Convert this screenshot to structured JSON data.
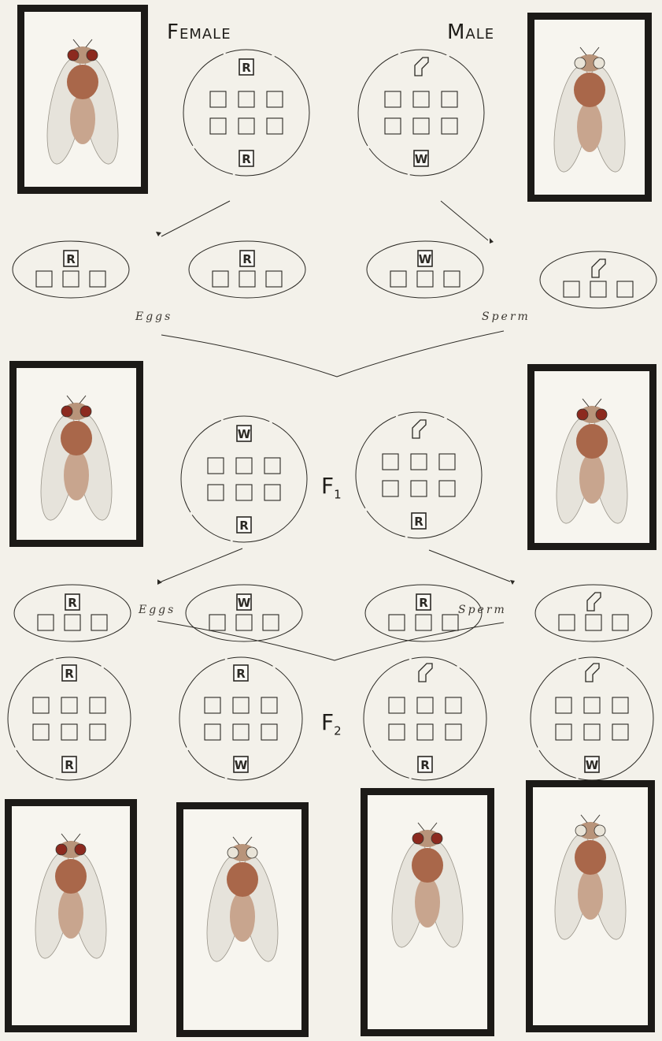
{
  "headers": {
    "female": "Female",
    "male": "Male"
  },
  "labels": {
    "eggs": "Eggs",
    "sperm": "Sperm"
  },
  "generations": {
    "f1": {
      "letter": "F",
      "index": "1"
    },
    "f2": {
      "letter": "F",
      "index": "2"
    }
  },
  "parents": {
    "female": {
      "top": "R",
      "bottom": "R"
    },
    "male": {
      "top": "Y",
      "bottom": "W"
    }
  },
  "parental_gametes": {
    "eggs": [
      "R",
      "R"
    ],
    "sperm": [
      "W",
      "Y"
    ]
  },
  "f1": {
    "female": {
      "top": "W",
      "bottom": "R"
    },
    "male": {
      "top": "Y",
      "bottom": "R"
    }
  },
  "f1_gametes": {
    "eggs": [
      "R",
      "W"
    ],
    "sperm": [
      "R",
      "Y"
    ]
  },
  "f2": [
    {
      "top": "R",
      "bottom": "R"
    },
    {
      "top": "R",
      "bottom": "W"
    },
    {
      "top": "Y",
      "bottom": "R"
    },
    {
      "top": "Y",
      "bottom": "W"
    }
  ],
  "colors": {
    "background": "#f3f1ea",
    "ink": "#2b2924",
    "frame": "#1c1a17",
    "red_eye": "#8c2a1f",
    "white_eye": "#e9e4d8",
    "body": "#a9674a"
  }
}
